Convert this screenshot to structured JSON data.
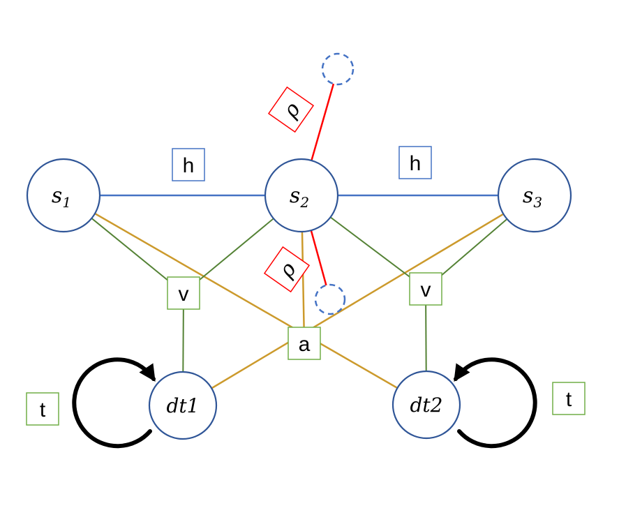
{
  "diagram": {
    "nodes": {
      "s1": {
        "base": "s",
        "sub": "1"
      },
      "s2": {
        "base": "s",
        "sub": "2"
      },
      "s3": {
        "base": "s",
        "sub": "3"
      },
      "dt1": {
        "label": "dt1"
      },
      "dt2": {
        "label": "dt2"
      }
    },
    "edge_labels": {
      "h_left": "h",
      "h_right": "h",
      "rho_upper": "ρ",
      "rho_lower": "ρ",
      "v_left": "v",
      "v_right": "v",
      "a_center": "a",
      "t_left": "t",
      "t_right": "t"
    },
    "colors": {
      "node_stroke": "#2f5597",
      "dashed_node_stroke": "#4472c4",
      "blue_edge": "#4472c4",
      "green_edge": "#548235",
      "orange_edge": "#cc9a2c",
      "red_edge": "#ff0000",
      "loop_stroke": "#000000",
      "h_box_border": "#4472c4",
      "green_box_border": "#70ad47",
      "rho_box_border": "#ff0000"
    }
  }
}
